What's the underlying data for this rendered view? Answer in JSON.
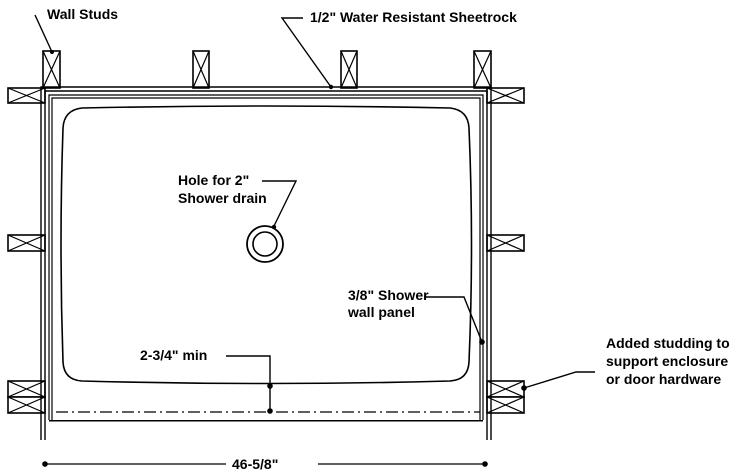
{
  "labels": {
    "wall_studs": "Wall Studs",
    "sheetrock": "1/2\" Water Resistant Sheetrock",
    "drain_line1": "Hole for 2\"",
    "drain_line2": "Shower drain",
    "panel_line1": "3/8\" Shower",
    "panel_line2": "wall panel",
    "min_clearance": "2-3/4\" min",
    "studding_line1": "Added studding to",
    "studding_line2": "support enclosure",
    "studding_line3": "or door hardware",
    "width_dim": "46-5/8\""
  }
}
